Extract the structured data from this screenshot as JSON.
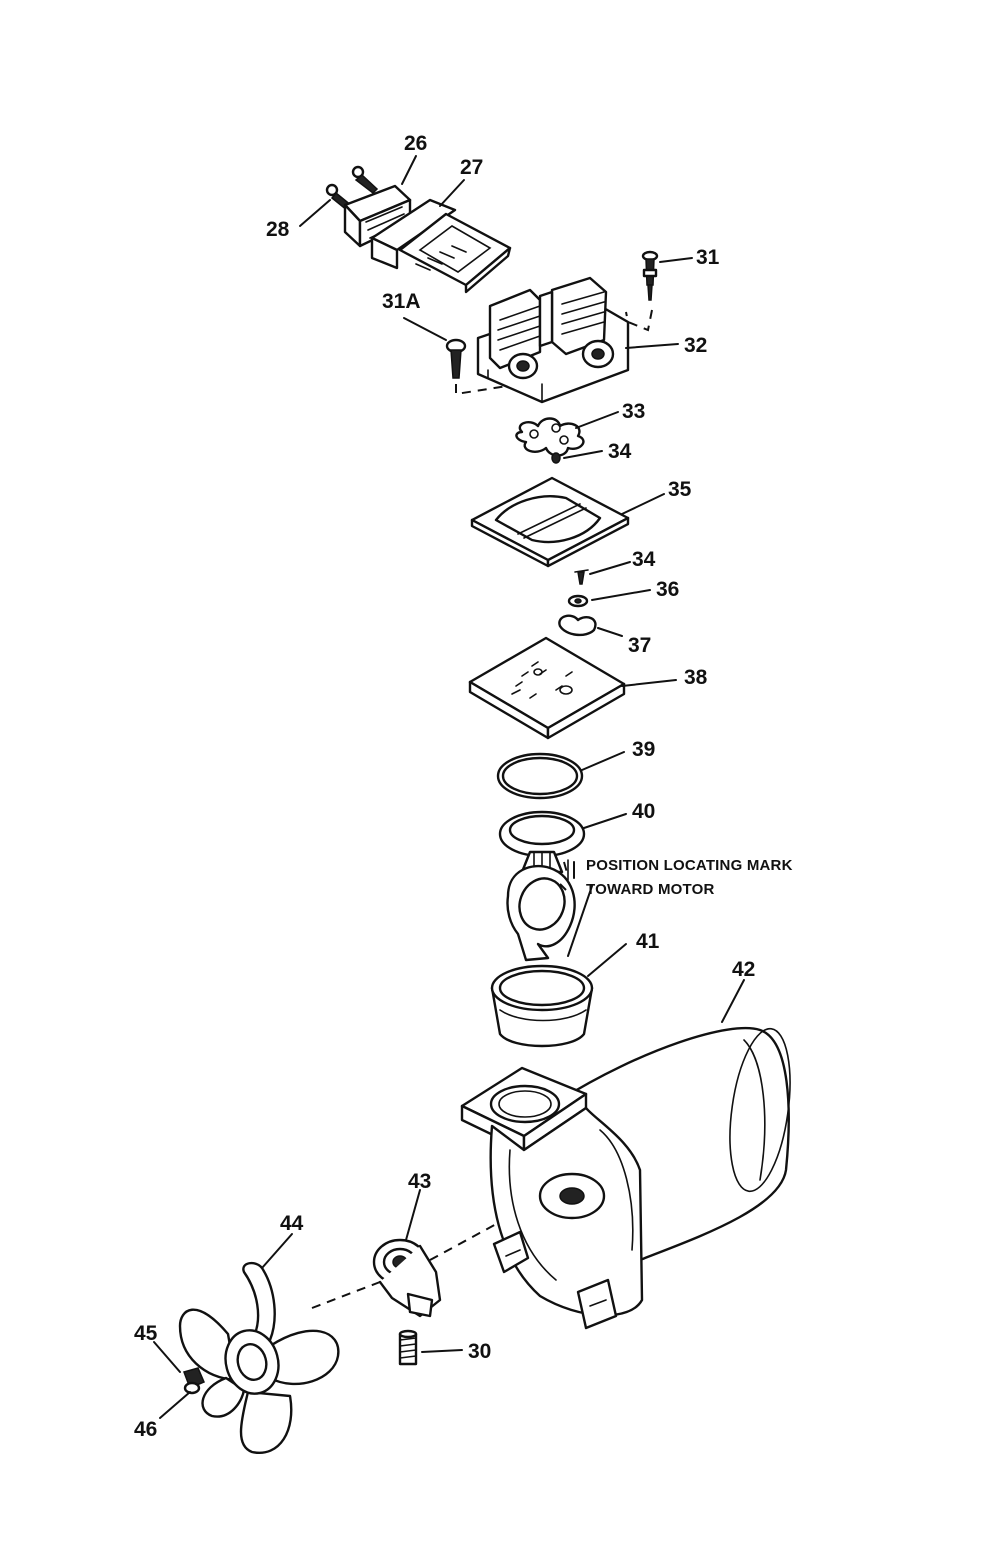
{
  "callouts": {
    "c26": "26",
    "c27": "27",
    "c28": "28",
    "c31": "31",
    "c31a": "31A",
    "c32": "32",
    "c33": "33",
    "c34a": "34",
    "c35": "35",
    "c34b": "34",
    "c36": "36",
    "c37": "37",
    "c38": "38",
    "c39": "39",
    "c40": "40",
    "c41": "41",
    "c42": "42",
    "c43": "43",
    "c44": "44",
    "c45": "45",
    "c46": "46",
    "c30": "30"
  },
  "note": {
    "line1": "POSITION LOCATING MARK",
    "line2": "TOWARD MOTOR"
  }
}
